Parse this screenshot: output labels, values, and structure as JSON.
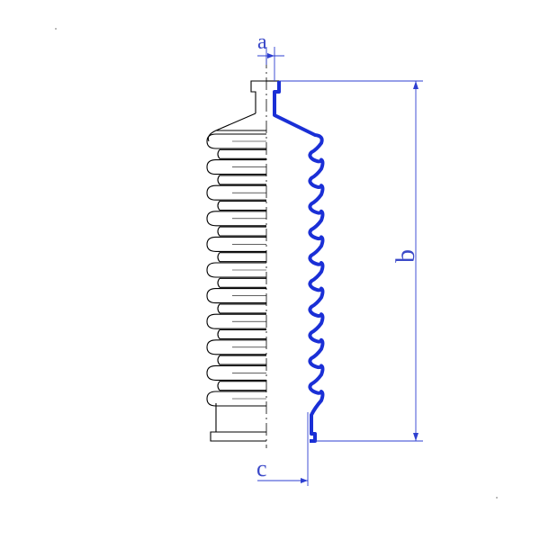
{
  "dimension_labels": {
    "a": "a",
    "b": "b",
    "c": "c"
  },
  "colors": {
    "outline": "#000000",
    "profile_highlight": "#1a2fd6",
    "dimension_lines": "#2d3fd0",
    "dimension_text": "#3b49c8"
  },
  "convolution_count": 11
}
